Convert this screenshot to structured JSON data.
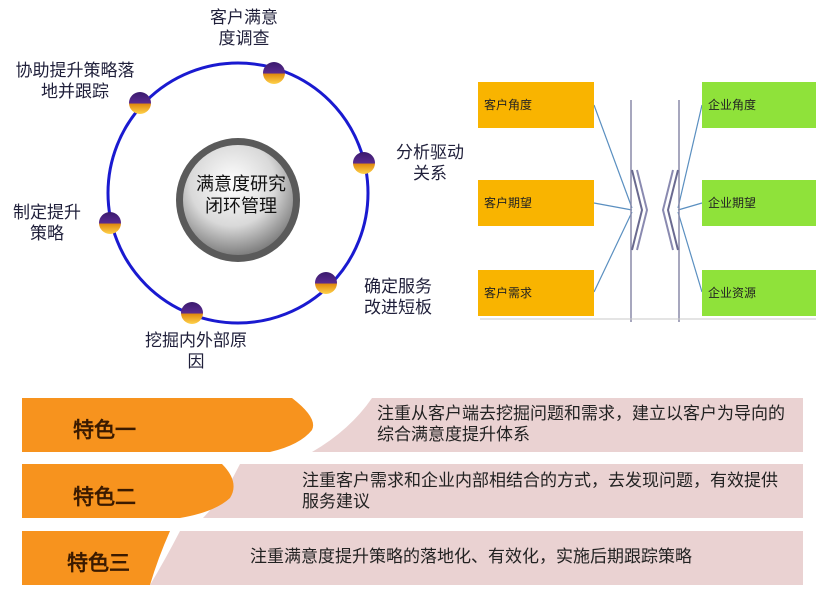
{
  "cycle": {
    "center_label": "满意度研究闭环管理",
    "steps": [
      "客户满意度调查",
      "分析驱动关系",
      "确定服务改进短板",
      "挖掘内外部原因",
      "制定提升策略",
      "协助提升策略落地并跟踪"
    ]
  },
  "mapping": {
    "left_boxes": [
      "客户角度",
      "客户期望",
      "客户需求"
    ],
    "right_boxes": [
      "企业角度",
      "企业期望",
      "企业资源"
    ]
  },
  "features": [
    {
      "tag": "特色一",
      "desc": "注重从客户端去挖掘问题和需求，建立以客户为导向的综合满意度提升体系"
    },
    {
      "tag": "特色二",
      "desc": "注重客户需求和企业内部相结合的方式，去发现问题，有效提供服务建议"
    },
    {
      "tag": "特色三",
      "desc": "注重满意度提升策略的落地化、有效化，实施后期跟踪策略"
    }
  ],
  "colors": {
    "ring": "#1a1ad0",
    "tag_orange": "#f7931e",
    "desc_pink": "#ead2d2",
    "box_yellow": "#f9b400",
    "box_green": "#8fe23a"
  }
}
